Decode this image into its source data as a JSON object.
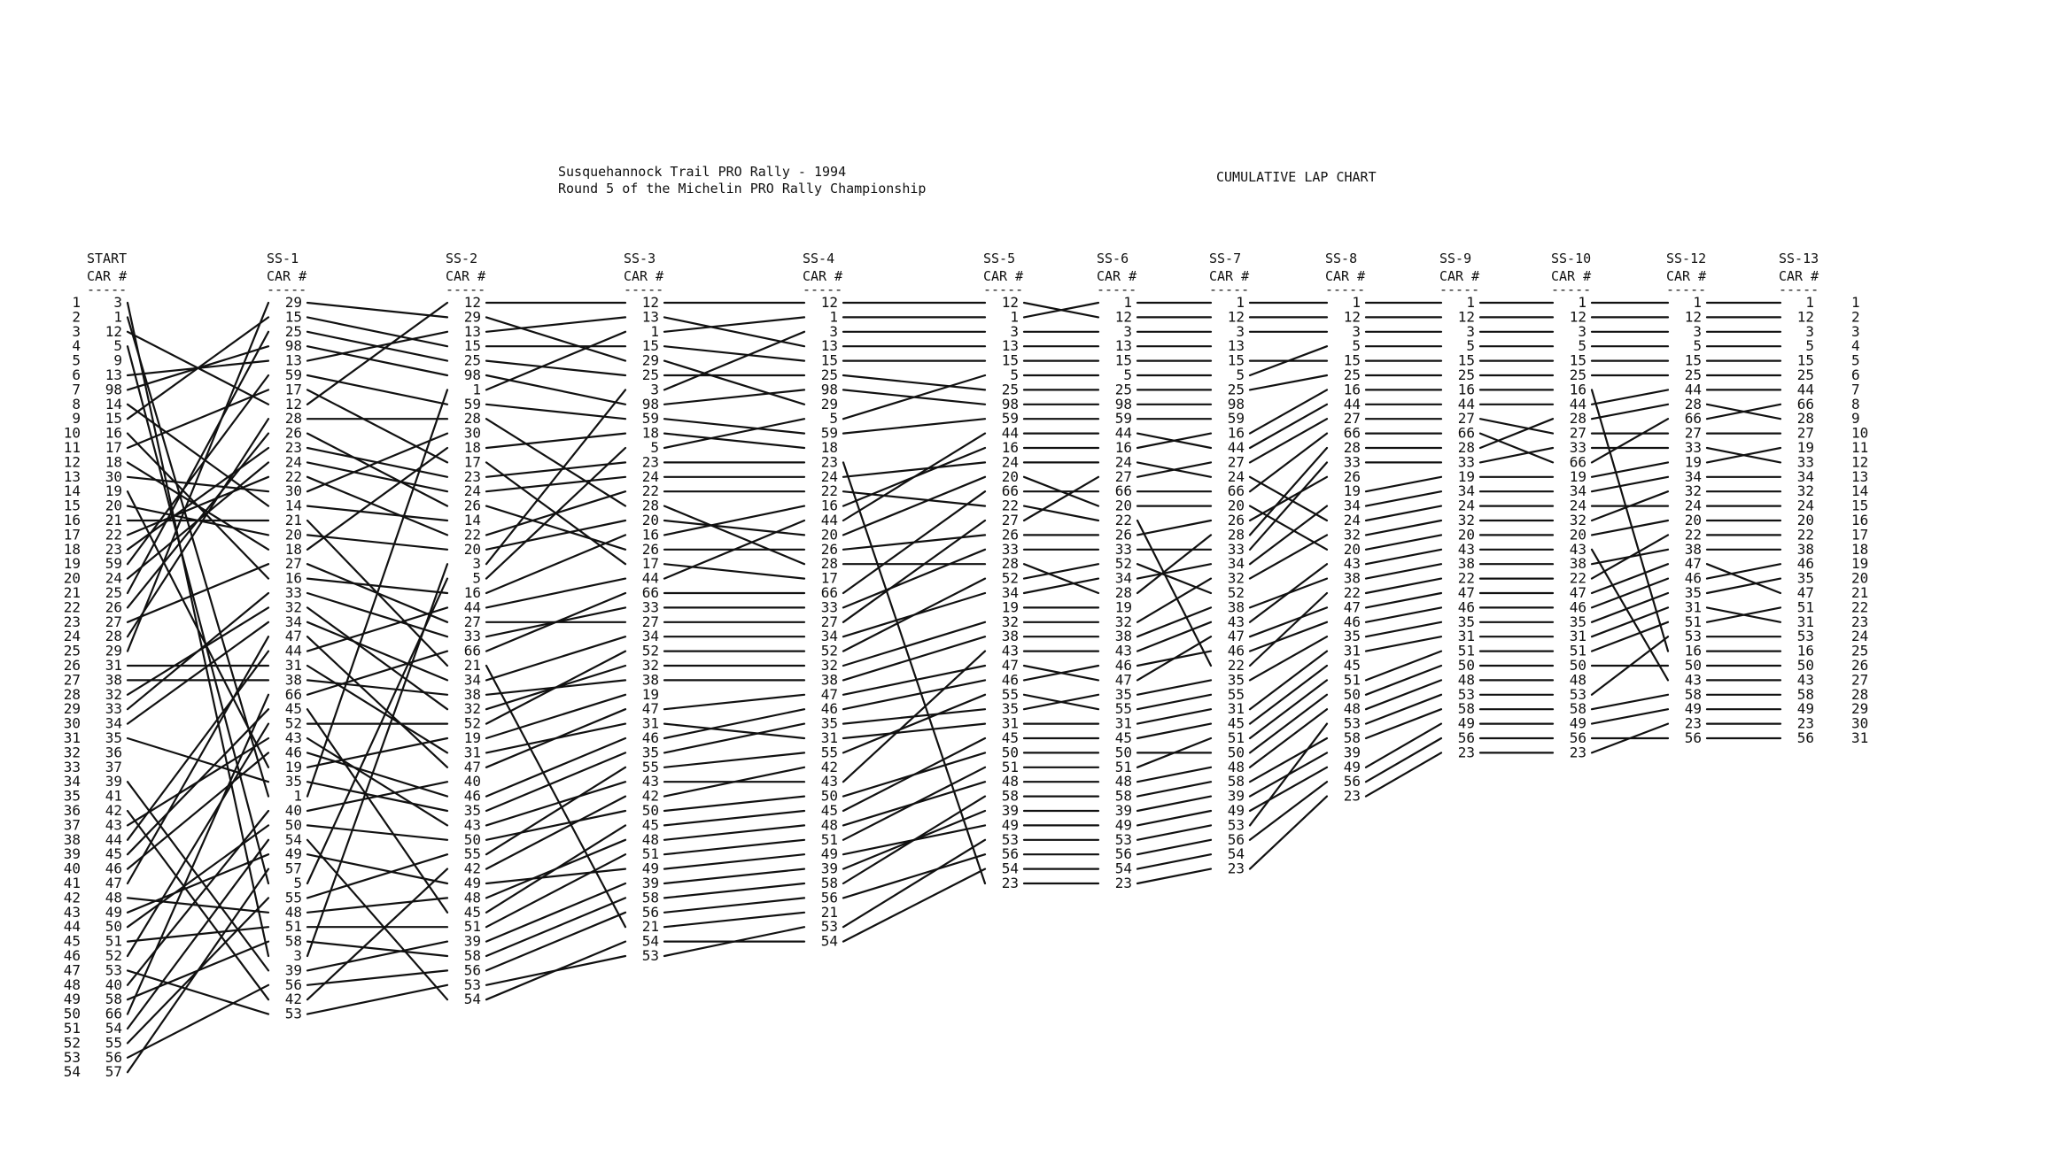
{
  "document": {
    "title_line1": "Susquehannock Trail PRO Rally - 1994",
    "title_line2": "Round 5 of the Michelin PRO Rally Championship",
    "chart_name": "CUMULATIVE LAP CHART",
    "header_car": "CAR #",
    "header_dashes": "-----"
  },
  "chart_data": {
    "type": "table",
    "positions_left": [
      "1",
      "2",
      "3",
      "4",
      "5",
      "6",
      "7",
      "8",
      "9",
      "10",
      "11",
      "12",
      "13",
      "14",
      "15",
      "16",
      "17",
      "18",
      "19",
      "20",
      "21",
      "22",
      "23",
      "24",
      "25",
      "26",
      "27",
      "28",
      "29",
      "30",
      "31",
      "32",
      "33",
      "34",
      "35",
      "36",
      "37",
      "38",
      "39",
      "40",
      "41",
      "42",
      "43",
      "44",
      "45",
      "46",
      "47",
      "48",
      "49",
      "50",
      "51",
      "52",
      "53",
      "54"
    ],
    "positions_right": [
      "1",
      "2",
      "3",
      "4",
      "5",
      "6",
      "7",
      "8",
      "9",
      "10",
      "11",
      "12",
      "13",
      "14",
      "15",
      "16",
      "17",
      "18",
      "19",
      "20",
      "21",
      "22",
      "23",
      "24",
      "25",
      "26",
      "27",
      "28",
      "29",
      "30",
      "31"
    ],
    "stages": [
      {
        "name": "START",
        "cars": [
          "3",
          "1",
          "12",
          "5",
          "9",
          "13",
          "98",
          "14",
          "15",
          "16",
          "17",
          "18",
          "30",
          "19",
          "20",
          "21",
          "22",
          "23",
          "59",
          "24",
          "25",
          "26",
          "27",
          "28",
          "29",
          "31",
          "38",
          "32",
          "33",
          "34",
          "35",
          "36",
          "37",
          "39",
          "41",
          "42",
          "43",
          "44",
          "45",
          "46",
          "47",
          "48",
          "49",
          "50",
          "51",
          "52",
          "53",
          "40",
          "58",
          "66",
          "54",
          "55",
          "56",
          "57"
        ]
      },
      {
        "name": "SS-1",
        "cars": [
          "29",
          "15",
          "25",
          "98",
          "13",
          "59",
          "17",
          "12",
          "28",
          "26",
          "23",
          "24",
          "22",
          "30",
          "14",
          "21",
          "20",
          "18",
          "27",
          "16",
          "33",
          "32",
          "34",
          "47",
          "44",
          "31",
          "38",
          "66",
          "45",
          "52",
          "43",
          "46",
          "19",
          "35",
          "1",
          "40",
          "50",
          "54",
          "49",
          "57",
          "5",
          "55",
          "48",
          "51",
          "58",
          "3",
          "39",
          "56",
          "42",
          "53"
        ]
      },
      {
        "name": "SS-2",
        "cars": [
          "12",
          "29",
          "13",
          "15",
          "25",
          "98",
          "1",
          "59",
          "28",
          "30",
          "18",
          "17",
          "23",
          "24",
          "26",
          "14",
          "22",
          "20",
          "3",
          "5",
          "16",
          "44",
          "27",
          "33",
          "66",
          "21",
          "34",
          "38",
          "32",
          "52",
          "19",
          "31",
          "47",
          "40",
          "46",
          "35",
          "43",
          "50",
          "55",
          "42",
          "49",
          "48",
          "45",
          "51",
          "39",
          "58",
          "56",
          "53",
          "54"
        ]
      },
      {
        "name": "SS-3",
        "cars": [
          "12",
          "13",
          "1",
          "15",
          "29",
          "25",
          "3",
          "98",
          "59",
          "18",
          "5",
          "23",
          "24",
          "22",
          "28",
          "20",
          "16",
          "26",
          "17",
          "44",
          "66",
          "33",
          "27",
          "34",
          "52",
          "32",
          "38",
          "19",
          "47",
          "31",
          "46",
          "35",
          "55",
          "43",
          "42",
          "50",
          "45",
          "48",
          "51",
          "49",
          "39",
          "58",
          "56",
          "21",
          "54",
          "53"
        ]
      },
      {
        "name": "SS-4",
        "cars": [
          "12",
          "1",
          "3",
          "13",
          "15",
          "25",
          "98",
          "29",
          "5",
          "59",
          "18",
          "23",
          "24",
          "22",
          "16",
          "44",
          "20",
          "26",
          "28",
          "17",
          "66",
          "33",
          "27",
          "34",
          "52",
          "32",
          "38",
          "47",
          "46",
          "35",
          "31",
          "55",
          "42",
          "43",
          "50",
          "45",
          "48",
          "51",
          "49",
          "39",
          "58",
          "56",
          "21",
          "53",
          "54"
        ]
      },
      {
        "name": "SS-5",
        "cars": [
          "12",
          "1",
          "3",
          "13",
          "15",
          "5",
          "25",
          "98",
          "59",
          "44",
          "16",
          "24",
          "20",
          "66",
          "22",
          "27",
          "26",
          "33",
          "28",
          "52",
          "34",
          "19",
          "32",
          "38",
          "43",
          "47",
          "46",
          "55",
          "35",
          "31",
          "45",
          "50",
          "51",
          "48",
          "58",
          "39",
          "49",
          "53",
          "56",
          "54",
          "23"
        ]
      },
      {
        "name": "SS-6",
        "cars": [
          "1",
          "12",
          "3",
          "13",
          "15",
          "5",
          "25",
          "98",
          "59",
          "44",
          "16",
          "24",
          "27",
          "66",
          "20",
          "22",
          "26",
          "33",
          "52",
          "34",
          "28",
          "19",
          "32",
          "38",
          "43",
          "46",
          "47",
          "35",
          "55",
          "31",
          "45",
          "50",
          "51",
          "48",
          "58",
          "39",
          "49",
          "53",
          "56",
          "54",
          "23"
        ]
      },
      {
        "name": "SS-7",
        "cars": [
          "1",
          "12",
          "3",
          "13",
          "15",
          "5",
          "25",
          "98",
          "59",
          "16",
          "44",
          "27",
          "24",
          "66",
          "20",
          "26",
          "28",
          "33",
          "34",
          "32",
          "52",
          "38",
          "43",
          "47",
          "46",
          "22",
          "35",
          "55",
          "31",
          "45",
          "51",
          "50",
          "48",
          "58",
          "39",
          "49",
          "53",
          "56",
          "54",
          "23"
        ]
      },
      {
        "name": "SS-8",
        "cars": [
          "1",
          "12",
          "3",
          "5",
          "15",
          "25",
          "16",
          "44",
          "27",
          "66",
          "28",
          "33",
          "26",
          "19",
          "34",
          "24",
          "32",
          "20",
          "43",
          "38",
          "22",
          "47",
          "46",
          "35",
          "31",
          "45",
          "51",
          "50",
          "48",
          "53",
          "58",
          "39",
          "49",
          "56",
          "23"
        ]
      },
      {
        "name": "SS-9",
        "cars": [
          "1",
          "12",
          "3",
          "5",
          "15",
          "25",
          "16",
          "44",
          "27",
          "66",
          "28",
          "33",
          "19",
          "34",
          "24",
          "32",
          "20",
          "43",
          "38",
          "22",
          "47",
          "46",
          "35",
          "31",
          "51",
          "50",
          "48",
          "53",
          "58",
          "49",
          "56",
          "23"
        ]
      },
      {
        "name": "SS-10",
        "cars": [
          "1",
          "12",
          "3",
          "5",
          "15",
          "25",
          "16",
          "44",
          "28",
          "27",
          "33",
          "66",
          "19",
          "34",
          "24",
          "32",
          "20",
          "43",
          "38",
          "22",
          "47",
          "46",
          "35",
          "31",
          "51",
          "50",
          "48",
          "53",
          "58",
          "49",
          "56",
          "23"
        ]
      },
      {
        "name": "SS-12",
        "cars": [
          "1",
          "12",
          "3",
          "5",
          "15",
          "25",
          "44",
          "28",
          "66",
          "27",
          "33",
          "19",
          "34",
          "32",
          "24",
          "20",
          "22",
          "38",
          "47",
          "46",
          "35",
          "31",
          "51",
          "53",
          "16",
          "50",
          "43",
          "58",
          "49",
          "23",
          "56"
        ]
      },
      {
        "name": "SS-13",
        "cars": [
          "1",
          "12",
          "3",
          "5",
          "15",
          "25",
          "44",
          "66",
          "28",
          "27",
          "19",
          "33",
          "34",
          "32",
          "24",
          "20",
          "22",
          "38",
          "46",
          "35",
          "47",
          "51",
          "31",
          "53",
          "16",
          "50",
          "43",
          "58",
          "49",
          "23",
          "56"
        ]
      }
    ]
  }
}
